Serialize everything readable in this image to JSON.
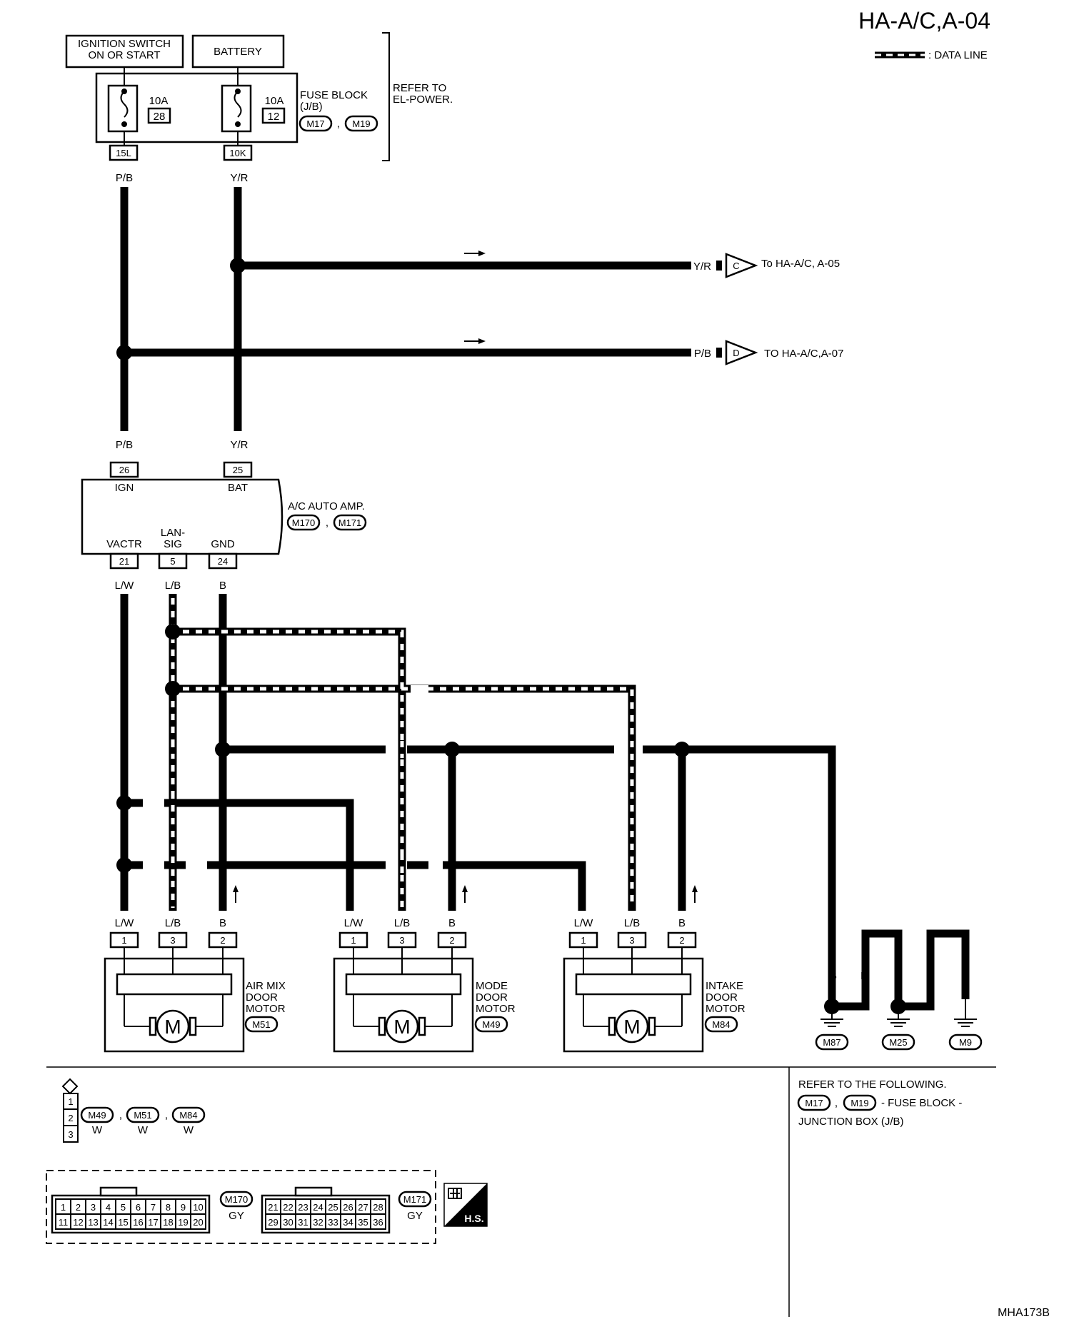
{
  "title": "HA-A/C,A-04",
  "legend_data_line": ": DATA LINE",
  "ignition_switch": [
    "IGNITION SWITCH",
    "ON OR START"
  ],
  "battery": "BATTERY",
  "fuse_block": {
    "label": [
      "FUSE BLOCK",
      "(J/B)"
    ],
    "connectors": [
      "M17",
      "M19"
    ],
    "refer": [
      "REFER TO",
      "EL-POWER."
    ],
    "fuses": [
      {
        "amp": "10A",
        "num": "28",
        "terminal": "15L",
        "wire": "P/B"
      },
      {
        "amp": "10A",
        "num": "12",
        "terminal": "10K",
        "wire": "Y/R"
      }
    ]
  },
  "branches": [
    {
      "wire": "Y/R",
      "letter": "C",
      "text": "To HA-A/C, A-05"
    },
    {
      "wire": "P/B",
      "letter": "D",
      "text": "TO HA-A/C,A-07"
    }
  ],
  "amp": {
    "label": "A/C AUTO AMP.",
    "connectors": [
      "M170",
      "M171"
    ],
    "in_pins": [
      {
        "num": "26",
        "name": "IGN",
        "wire": "P/B"
      },
      {
        "num": "25",
        "name": "BAT",
        "wire": "Y/R"
      }
    ],
    "out_pins": [
      {
        "num": "21",
        "name": "VACTR",
        "wire": "L/W"
      },
      {
        "num": "5",
        "name": [
          "LAN-",
          "SIG"
        ],
        "wire": "L/B"
      },
      {
        "num": "24",
        "name": "GND",
        "wire": "B"
      }
    ]
  },
  "motors": [
    {
      "name": [
        "AIR MIX",
        "DOOR",
        "MOTOR"
      ],
      "connector": "M51"
    },
    {
      "name": [
        "MODE",
        "DOOR",
        "MOTOR"
      ],
      "connector": "M49"
    },
    {
      "name": [
        "INTAKE",
        "DOOR",
        "MOTOR"
      ],
      "connector": "M84"
    }
  ],
  "motor_pins": [
    {
      "num": "1",
      "wire": "L/W"
    },
    {
      "num": "3",
      "wire": "L/B"
    },
    {
      "num": "2",
      "wire": "B"
    }
  ],
  "motor_symbol": "M",
  "grounds": [
    {
      "connector": "M87"
    },
    {
      "connector": "M25"
    },
    {
      "connector": "M9"
    }
  ],
  "ground_wire": "B",
  "connector_info": {
    "pins": [
      "1",
      "2",
      "3"
    ],
    "connectors": [
      {
        "id": "M49",
        "color": "W"
      },
      {
        "id": "M51",
        "color": "W"
      },
      {
        "id": "M84",
        "color": "W"
      }
    ]
  },
  "amp_connectors": [
    {
      "id": "M170",
      "color": "GY",
      "row1": [
        "1",
        "2",
        "3",
        "4",
        "5",
        "6",
        "7",
        "8",
        "9",
        "10"
      ],
      "row2": [
        "11",
        "12",
        "13",
        "14",
        "15",
        "16",
        "17",
        "18",
        "19",
        "20"
      ]
    },
    {
      "id": "M171",
      "color": "GY",
      "row1": [
        "21",
        "22",
        "23",
        "24",
        "25",
        "26",
        "27",
        "28"
      ],
      "row2": [
        "29",
        "30",
        "31",
        "32",
        "33",
        "34",
        "35",
        "36"
      ]
    }
  ],
  "hs_label": "H.S.",
  "refer_following": {
    "line1": "REFER TO THE FOLLOWING.",
    "connectors": [
      "M17",
      "M19"
    ],
    "text1": "- FUSE BLOCK -",
    "text2": "JUNCTION BOX (J/B)"
  },
  "figure_code": "MHA173B"
}
